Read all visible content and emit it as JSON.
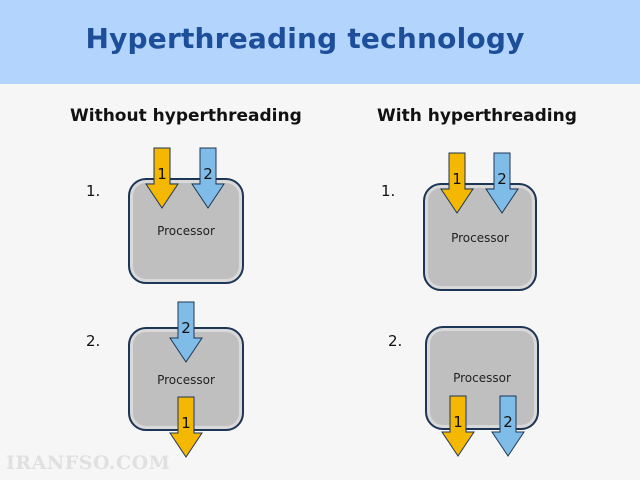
{
  "title": "Hyperthreading technology",
  "without": {
    "heading": "Without hyperthreading",
    "step1": {
      "label": "1.",
      "processor": "Processor",
      "arrow_a": "1",
      "arrow_b": "2"
    },
    "step2": {
      "label": "2.",
      "processor": "Processor",
      "arrow_in": "2",
      "arrow_out": "1"
    }
  },
  "with": {
    "heading": "With hyperthreading",
    "step1": {
      "label": "1.",
      "processor": "Processor",
      "arrow_a": "1",
      "arrow_b": "2"
    },
    "step2": {
      "label": "2.",
      "processor": "Processor",
      "arrow_a": "1",
      "arrow_b": "2"
    }
  },
  "watermark": "IRANFSO.COM",
  "colors": {
    "banner": "#b3d4fc",
    "title": "#1d4e9a",
    "thread1": "#f5b800",
    "thread2": "#7fbde8",
    "processor": "#bfbfbf",
    "processor_border": "#1d3557"
  }
}
